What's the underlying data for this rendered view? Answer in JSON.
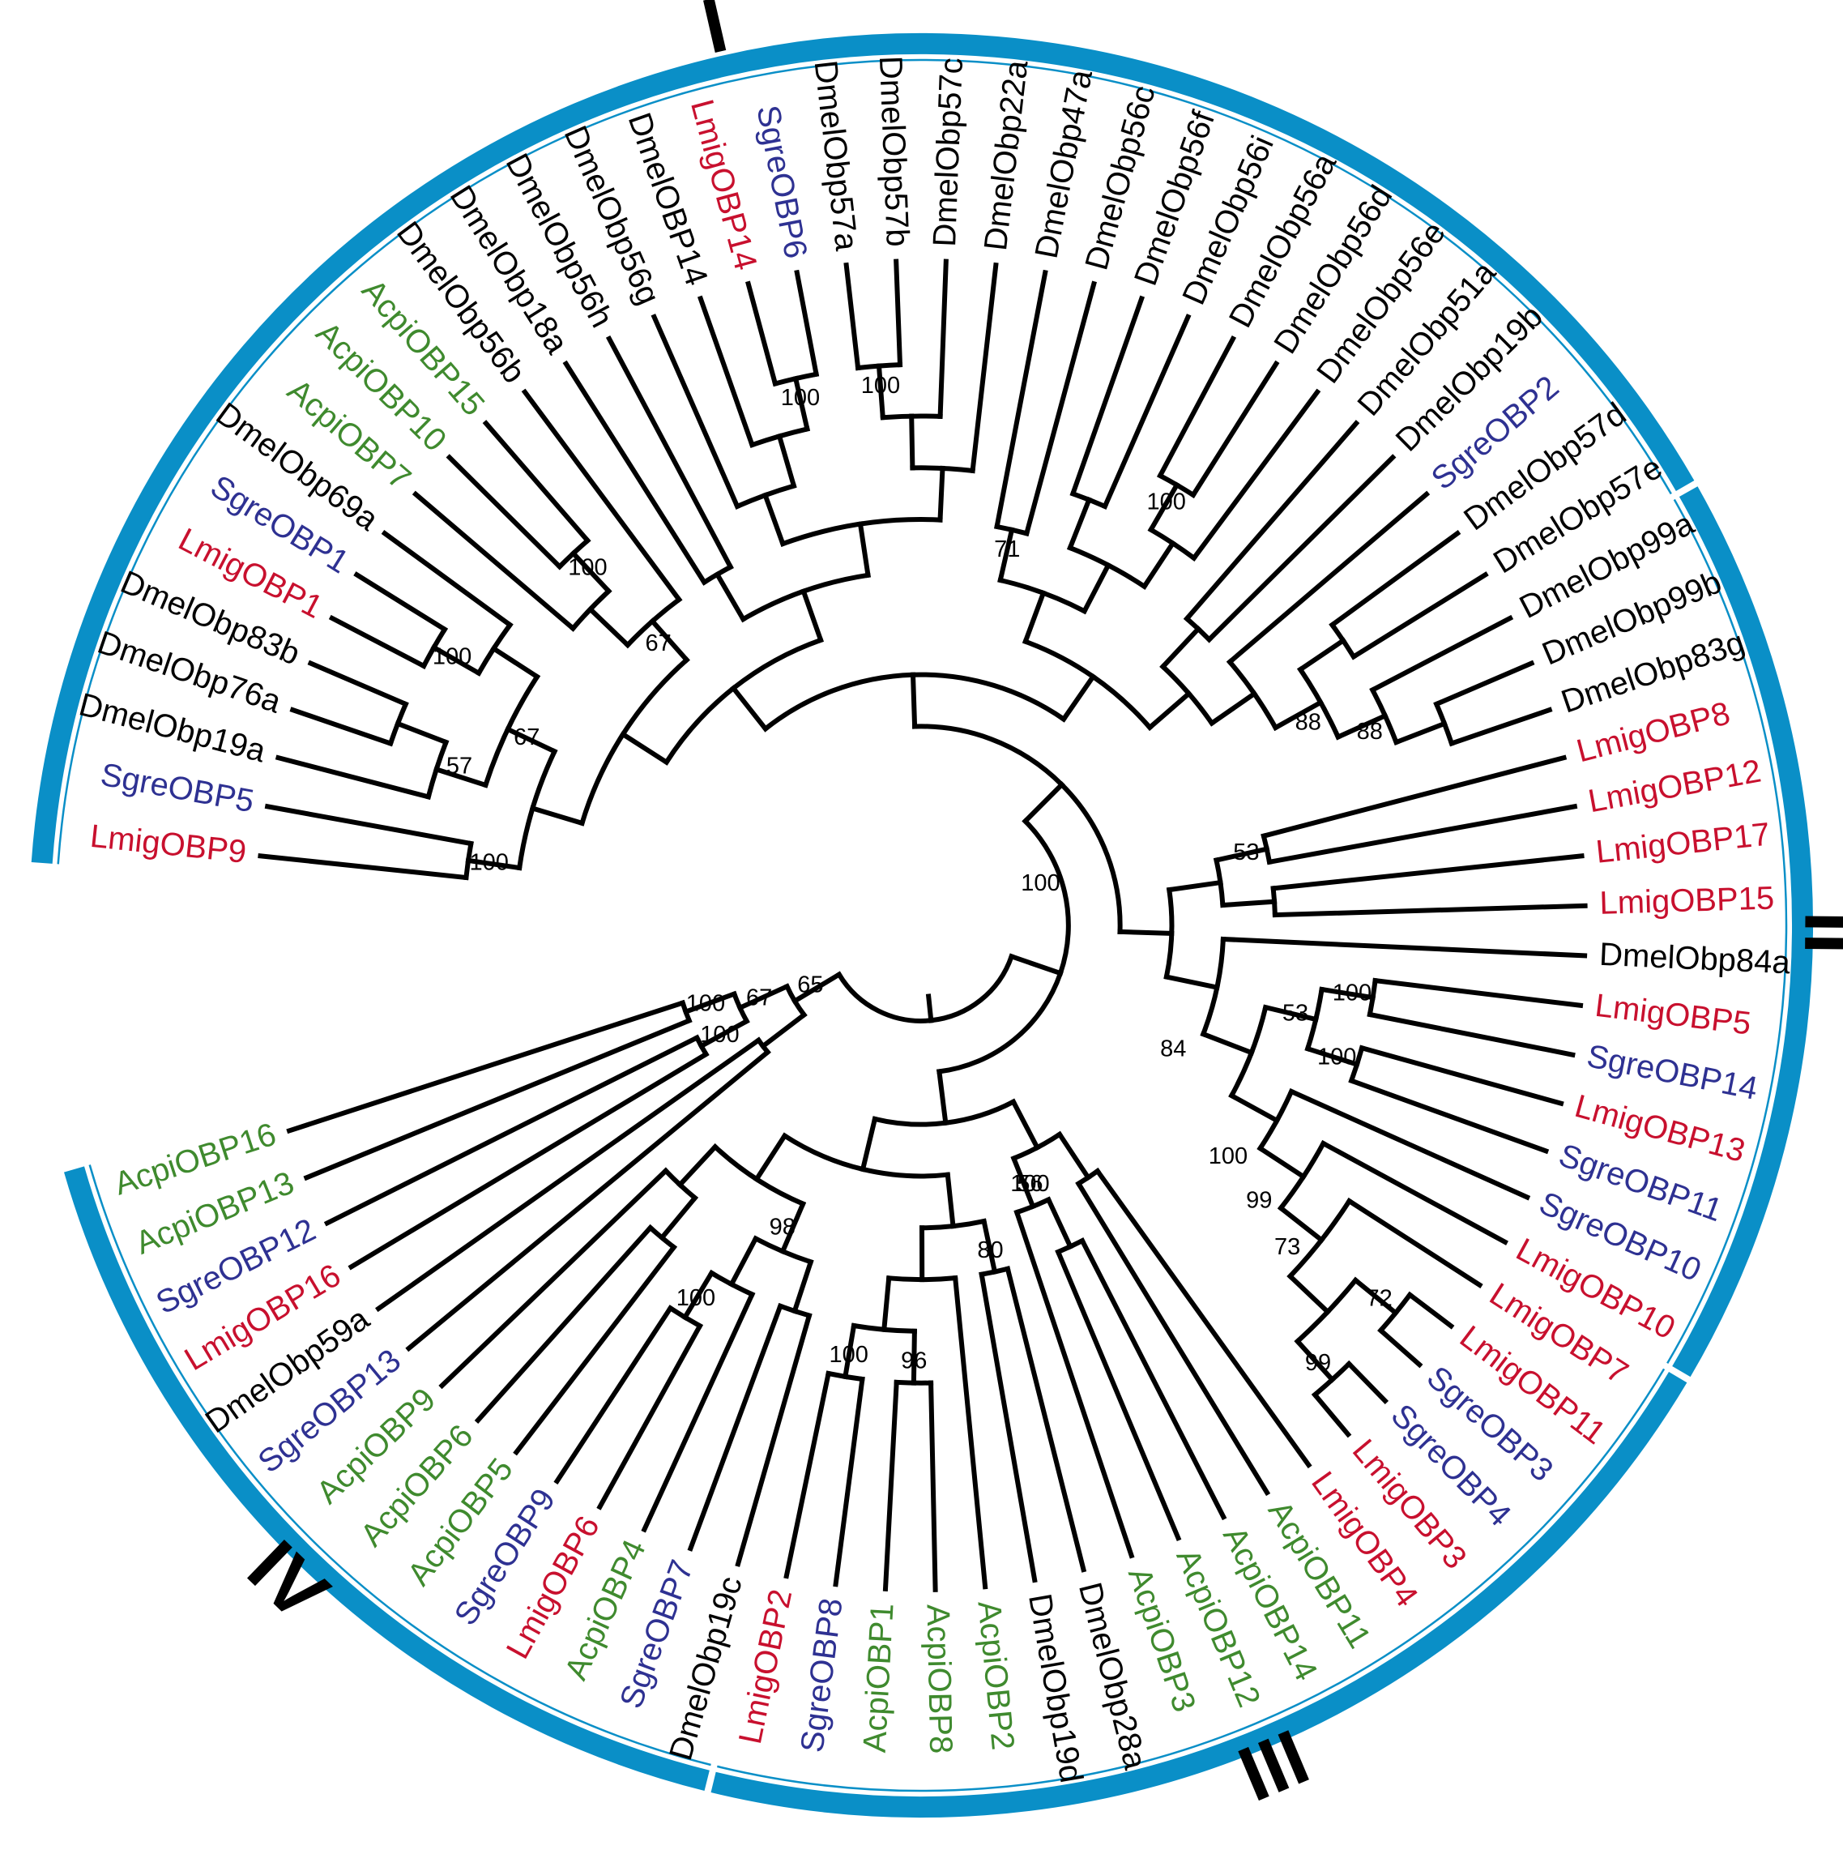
{
  "colors": {
    "lmig": "#c8102e",
    "sgre": "#2e3192",
    "acpi": "#3f8a2e",
    "dmel": "#000000",
    "band": "#0a8fc7",
    "branch": "#000000"
  },
  "leaves": [
    {
      "label": "LmigOBP9",
      "species": "lmig"
    },
    {
      "label": "SgreOBP5",
      "species": "sgre"
    },
    {
      "label": "DmelObp19a",
      "species": "dmel"
    },
    {
      "label": "DmelObp76a",
      "species": "dmel"
    },
    {
      "label": "DmelObp83b",
      "species": "dmel"
    },
    {
      "label": "LmigOBP1",
      "species": "lmig"
    },
    {
      "label": "SgreOBP1",
      "species": "sgre"
    },
    {
      "label": "DmelObp69a",
      "species": "dmel"
    },
    {
      "label": "AcpiOBP7",
      "species": "acpi"
    },
    {
      "label": "AcpiOBP10",
      "species": "acpi"
    },
    {
      "label": "AcpiOBP15",
      "species": "acpi"
    },
    {
      "label": "DmelObp56b",
      "species": "dmel"
    },
    {
      "label": "DmelObp18a",
      "species": "dmel"
    },
    {
      "label": "DmelObp56h",
      "species": "dmel"
    },
    {
      "label": "DmelObp56g",
      "species": "dmel"
    },
    {
      "label": "DmelOBP14",
      "species": "dmel"
    },
    {
      "label": "LmigOBP14",
      "species": "lmig"
    },
    {
      "label": "SgreOBP6",
      "species": "sgre"
    },
    {
      "label": "DmelObp57a",
      "species": "dmel"
    },
    {
      "label": "DmelObp57b",
      "species": "dmel"
    },
    {
      "label": "DmelObp57c",
      "species": "dmel"
    },
    {
      "label": "DmelObp22a",
      "species": "dmel"
    },
    {
      "label": "DmelObp47a",
      "species": "dmel"
    },
    {
      "label": "DmelObp56c",
      "species": "dmel"
    },
    {
      "label": "DmelObp56f",
      "species": "dmel"
    },
    {
      "label": "DmelObp56i",
      "species": "dmel"
    },
    {
      "label": "DmelObp56a",
      "species": "dmel"
    },
    {
      "label": "DmelObp56d",
      "species": "dmel"
    },
    {
      "label": "DmelObp56e",
      "species": "dmel"
    },
    {
      "label": "DmelObp51a",
      "species": "dmel"
    },
    {
      "label": "DmelObp19b",
      "species": "dmel"
    },
    {
      "label": "SgreOBP2",
      "species": "sgre"
    },
    {
      "label": "DmelObp57d",
      "species": "dmel"
    },
    {
      "label": "DmelObp57e",
      "species": "dmel"
    },
    {
      "label": "DmelObp99a",
      "species": "dmel"
    },
    {
      "label": "DmelObp99b",
      "species": "dmel"
    },
    {
      "label": "DmelObp83g",
      "species": "dmel"
    },
    {
      "label": "LmigOBP8",
      "species": "lmig"
    },
    {
      "label": "LmigOBP12",
      "species": "lmig"
    },
    {
      "label": "LmigOBP17",
      "species": "lmig"
    },
    {
      "label": "LmigOBP15",
      "species": "lmig"
    },
    {
      "label": "DmelObp84a",
      "species": "dmel"
    },
    {
      "label": "LmigOBP5",
      "species": "lmig"
    },
    {
      "label": "SgreOBP14",
      "species": "sgre"
    },
    {
      "label": "LmigOBP13",
      "species": "lmig"
    },
    {
      "label": "SgreOBP11",
      "species": "sgre"
    },
    {
      "label": "SgreOBP10",
      "species": "sgre"
    },
    {
      "label": "LmigOBP10",
      "species": "lmig"
    },
    {
      "label": "LmigOBP7",
      "species": "lmig"
    },
    {
      "label": "LmigOBP11",
      "species": "lmig"
    },
    {
      "label": "SgreOBP3",
      "species": "sgre"
    },
    {
      "label": "SgreOBP4",
      "species": "sgre"
    },
    {
      "label": "LmigOBP3",
      "species": "lmig"
    },
    {
      "label": "LmigOBP4",
      "species": "lmig"
    },
    {
      "label": "AcpiOBP11",
      "species": "acpi"
    },
    {
      "label": "AcpiOBP14",
      "species": "acpi"
    },
    {
      "label": "AcpiOBP12",
      "species": "acpi"
    },
    {
      "label": "AcpiOBP3",
      "species": "acpi"
    },
    {
      "label": "DmelObp28a",
      "species": "dmel"
    },
    {
      "label": "DmelObp19d",
      "species": "dmel"
    },
    {
      "label": "AcpiOBP2",
      "species": "acpi"
    },
    {
      "label": "AcpiOBP8",
      "species": "acpi"
    },
    {
      "label": "AcpiOBP1",
      "species": "acpi"
    },
    {
      "label": "SgreOBP8",
      "species": "sgre"
    },
    {
      "label": "LmigOBP2",
      "species": "lmig"
    },
    {
      "label": "DmelObp19c",
      "species": "dmel"
    },
    {
      "label": "SgreOBP7",
      "species": "sgre"
    },
    {
      "label": "AcpiOBP4",
      "species": "acpi"
    },
    {
      "label": "LmigOBP6",
      "species": "lmig"
    },
    {
      "label": "SgreOBP9",
      "species": "sgre"
    },
    {
      "label": "AcpiOBP5",
      "species": "acpi"
    },
    {
      "label": "AcpiOBP6",
      "species": "acpi"
    },
    {
      "label": "AcpiOBP9",
      "species": "acpi"
    },
    {
      "label": "SgreOBP13",
      "species": "sgre"
    },
    {
      "label": "DmelObp59a",
      "species": "dmel"
    },
    {
      "label": "LmigOBP16",
      "species": "lmig"
    },
    {
      "label": "SgreOBP12",
      "species": "sgre"
    },
    {
      "label": "AcpiOBP13",
      "species": "acpi"
    },
    {
      "label": "AcpiOBP16",
      "species": "acpi"
    }
  ],
  "support_values": [
    {
      "value": "100",
      "leaf_pair": [
        0,
        1
      ]
    },
    {
      "value": "57",
      "leaf_pair": [
        2,
        4
      ]
    },
    {
      "value": "100",
      "leaf_pair": [
        5,
        6
      ]
    },
    {
      "value": "67",
      "leaf_pair": [
        2,
        7
      ]
    },
    {
      "value": "100",
      "leaf_pair": [
        9,
        10
      ]
    },
    {
      "value": "67",
      "leaf_pair": [
        8,
        11
      ]
    },
    {
      "value": "100",
      "leaf_pair": [
        16,
        17
      ]
    },
    {
      "value": "100",
      "leaf_pair": [
        18,
        19
      ]
    },
    {
      "value": "71",
      "leaf_pair": [
        22,
        23
      ]
    },
    {
      "value": "100",
      "leaf_pair": [
        26,
        27
      ]
    },
    {
      "value": "88",
      "leaf_pair": [
        34,
        35
      ]
    },
    {
      "value": "88",
      "leaf_pair": [
        33,
        36
      ]
    },
    {
      "value": "53",
      "leaf_pair": [
        37,
        38
      ]
    },
    {
      "value": "100",
      "leaf_pair": [
        42,
        43
      ]
    },
    {
      "value": "100",
      "leaf_pair": [
        44,
        45
      ]
    },
    {
      "value": "53",
      "leaf_pair": [
        42,
        45
      ]
    },
    {
      "value": "84",
      "leaf_pair": [
        41,
        46
      ]
    },
    {
      "value": "100",
      "leaf_pair": [
        46,
        47
      ]
    },
    {
      "value": "99",
      "leaf_pair": [
        47,
        48
      ]
    },
    {
      "value": "72",
      "leaf_pair": [
        49,
        50
      ]
    },
    {
      "value": "99",
      "leaf_pair": [
        51,
        52
      ]
    },
    {
      "value": "73",
      "leaf_pair": [
        48,
        52
      ]
    },
    {
      "value": "56",
      "leaf_pair": [
        56,
        57
      ]
    },
    {
      "value": "100",
      "leaf_pair": [
        55,
        57
      ]
    },
    {
      "value": "100",
      "leaf_pair": [
        52,
        57
      ]
    },
    {
      "value": "80",
      "leaf_pair": [
        58,
        59
      ]
    },
    {
      "value": "96",
      "leaf_pair": [
        61,
        62
      ]
    },
    {
      "value": "100",
      "leaf_pair": [
        63,
        64
      ]
    },
    {
      "value": "98",
      "leaf_pair": [
        66,
        67
      ]
    },
    {
      "value": "100",
      "leaf_pair": [
        68,
        69
      ]
    },
    {
      "value": "100",
      "leaf_pair": [
        75,
        76
      ]
    },
    {
      "value": "67",
      "leaf_pair": [
        76,
        77
      ]
    },
    {
      "value": "100",
      "leaf_pair": [
        77,
        78
      ]
    },
    {
      "value": "65",
      "leaf_pair": [
        74,
        78
      ]
    }
  ],
  "clades": [
    {
      "label": "I",
      "from_leaf": 0,
      "to_leaf": 33
    },
    {
      "label": "II",
      "from_leaf": 34,
      "to_leaf": 47
    },
    {
      "label": "III",
      "from_leaf": 48,
      "to_leaf": 64
    },
    {
      "label": "IV",
      "from_leaf": 65,
      "to_leaf": 78
    }
  ]
}
